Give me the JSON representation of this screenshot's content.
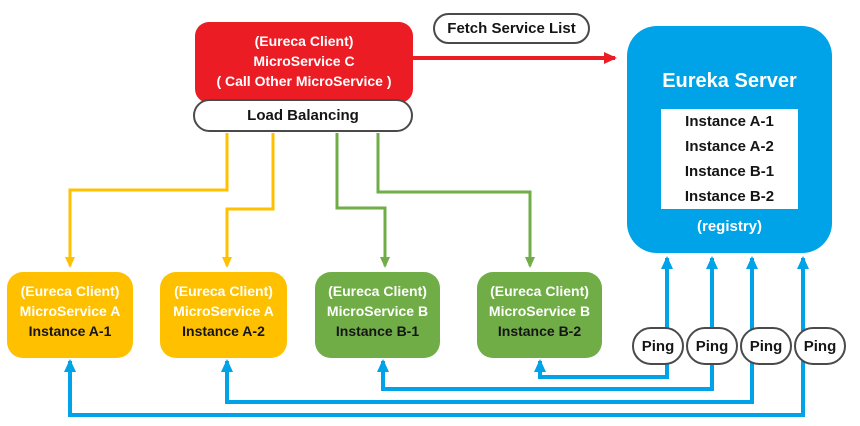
{
  "colors": {
    "red": "#EC1C24",
    "cyan": "#00A2E8",
    "yellow": "#FFC000",
    "green": "#70AD47",
    "outline": "#4A4A4A",
    "ink": "#151515",
    "paper": "#FFFFFF"
  },
  "microservice_c": {
    "line1": "(Eureca Client)",
    "line2": "MicroService C",
    "line3": "( Call Other MicroService )"
  },
  "load_balancing": {
    "label": "Load Balancing"
  },
  "fetch_service_list": {
    "label": "Fetch Service List"
  },
  "eureka_server": {
    "title": "Eureka Server",
    "registry": {
      "items": [
        "Instance A-1",
        "Instance A-2",
        "Instance B-1",
        "Instance B-2"
      ]
    },
    "registry_label": "(registry)"
  },
  "service_instances": [
    {
      "client": "(Eureca Client)",
      "service": "MicroService A",
      "instance": "Instance A-1"
    },
    {
      "client": "(Eureca Client)",
      "service": "MicroService A",
      "instance": "Instance A-2"
    },
    {
      "client": "(Eureca Client)",
      "service": "MicroService B",
      "instance": "Instance B-1"
    },
    {
      "client": "(Eureca Client)",
      "service": "MicroService B",
      "instance": "Instance B-2"
    }
  ],
  "pings": [
    {
      "label": "Ping"
    },
    {
      "label": "Ping"
    },
    {
      "label": "Ping"
    },
    {
      "label": "Ping"
    }
  ]
}
